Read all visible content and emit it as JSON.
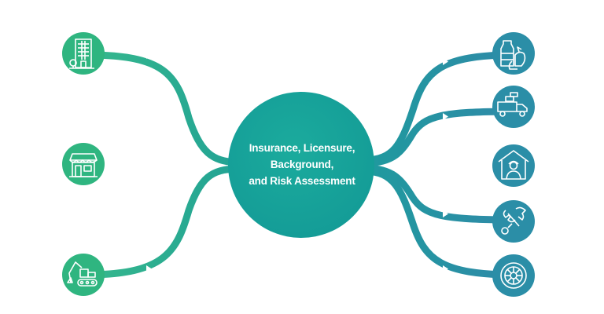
{
  "center": {
    "lines": [
      "Insurance, Licensure,",
      "Background,",
      "and Risk Assessment"
    ],
    "color": "#16a39a"
  },
  "colors": {
    "left_branch": "#33b68d",
    "right_branch": "#2e8fa6",
    "icon_left": "#2db57f",
    "icon_right": "#2a8ea6",
    "center_fill": "#16a39a"
  },
  "nodes": {
    "left": [
      {
        "icon": "office-building-icon"
      },
      {
        "icon": "storefront-icon"
      },
      {
        "icon": "excavator-icon"
      }
    ],
    "right": [
      {
        "icon": "grocery-icon"
      },
      {
        "icon": "delivery-truck-icon"
      },
      {
        "icon": "home-worker-icon"
      },
      {
        "icon": "wrench-repair-icon"
      },
      {
        "icon": "tire-icon"
      }
    ]
  }
}
